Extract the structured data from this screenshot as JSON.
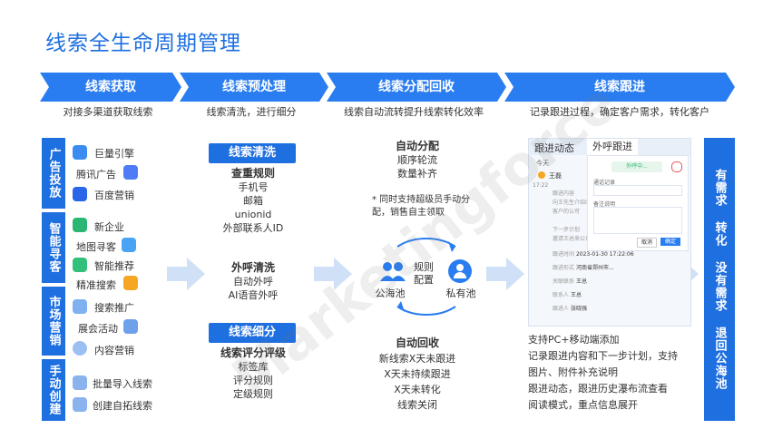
{
  "title": "线索全生命周期管理",
  "stages": [
    {
      "label": "线索获取",
      "subtitle": "对接多渠道获取线索"
    },
    {
      "label": "线索预处理",
      "subtitle": "线索清洗，进行细分"
    },
    {
      "label": "线索分配回收",
      "subtitle": "线索自动流转提升线索转化效率"
    },
    {
      "label": "线索跟进",
      "subtitle": "记录跟进过程，确定客户需求，转化客户"
    }
  ],
  "acquire": {
    "groups": [
      {
        "label": "广告投放",
        "items": [
          "巨量引擎",
          "腾讯广告",
          "百度营销"
        ]
      },
      {
        "label": "智能寻客",
        "items": [
          "新企业",
          "地图寻客",
          "智能推荐",
          "精准搜索"
        ]
      },
      {
        "label": "市场营销",
        "items": [
          "搜索推广",
          "展会活动",
          "内容营销"
        ]
      },
      {
        "label": "手动创建",
        "items": [
          "批量导入线索",
          "创建自拓线索"
        ]
      }
    ]
  },
  "preprocess": {
    "clean": {
      "header": "线索清洗",
      "rule_title": "查重规则",
      "rules": [
        "手机号",
        "邮箱",
        "unionid",
        "外部联系人ID"
      ]
    },
    "call": {
      "title": "外呼清洗",
      "items": [
        "自动外呼",
        "AI语音外呼"
      ]
    },
    "segment": {
      "header": "线索细分",
      "rule_title": "线索评分评级",
      "rules": [
        "标签库",
        "评分规则",
        "定级规则"
      ]
    }
  },
  "assign": {
    "auto_assign": {
      "title": "自动分配",
      "items": [
        "顺序轮流",
        "数量补齐"
      ],
      "note": "* 同时支持超级员手动分配，销售自主领取"
    },
    "pool": {
      "public": "公海池",
      "private": "私有池",
      "rule": "规则配置"
    },
    "recycle": {
      "title": "自动回收",
      "items": [
        "新线索X天未跟进",
        "X天未持续跟进",
        "X天未转化",
        "线索关闭"
      ]
    }
  },
  "followup": {
    "tabs": [
      "跟进动态",
      "外呼跟进"
    ],
    "panel": {
      "today": "今天",
      "name": "王磊",
      "time1": "17:22",
      "lines": [
        "跟进内容",
        "向王先生介绍CRM",
        "客户的认可",
        "下一步计划",
        "邀请王总来公司参观"
      ],
      "rows": [
        {
          "k": "跟进时间",
          "v": "2023-01-30 17:22:06"
        },
        {
          "k": "跟进形式",
          "v": "河南省郑州市..."
        },
        {
          "k": "关联联系",
          "v": "王总"
        },
        {
          "k": "联系人",
          "v": "王总"
        },
        {
          "k": "跟进人",
          "v": "张晓强"
        }
      ],
      "call_title": "外呼中...",
      "call_field1": "通话记录",
      "call_field2": "备注说明",
      "cancel": "取消",
      "ok": "确定"
    },
    "features": [
      "支持PC+移动端添加",
      "记录跟进内容和下一步计划，支持",
      "图片、附件补充说明",
      "跟进动态，跟进历史瀑布流查看",
      "阅读模式，重点信息展开"
    ]
  },
  "result": "有需求 转化    没有需求 退回公海池",
  "watermark": "Marketingforce",
  "colors": {
    "primary": "#1e6fe0",
    "chevron": "#2a7df0",
    "arrow": "#cfe0f7"
  }
}
